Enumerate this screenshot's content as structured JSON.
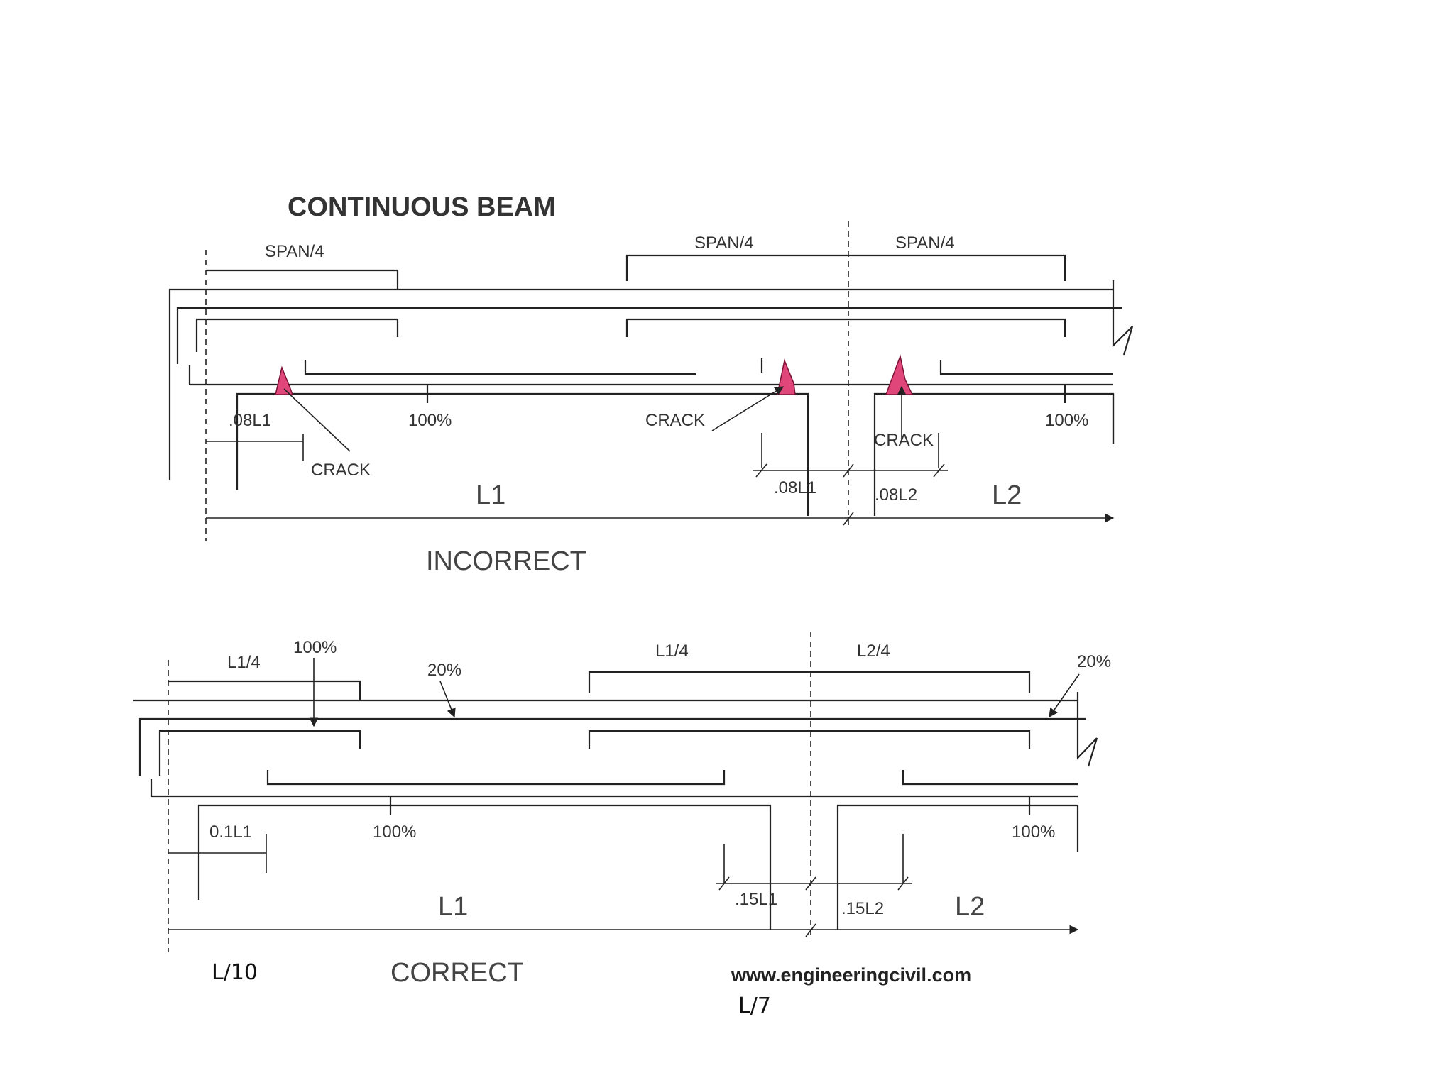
{
  "title": "CONTINUOUS BEAM",
  "incorrect": {
    "caption": "INCORRECT",
    "span_labels": [
      "SPAN/4",
      "SPAN/4",
      "SPAN/4"
    ],
    "crack_label": "CRACK",
    "percent_label": "100%",
    "dim_08L1": ".08L1",
    "dim_08L2": ".08L2",
    "span_L1": "L1",
    "span_L2": "L2",
    "crack_color": "#e0467a"
  },
  "correct": {
    "caption": "CORRECT",
    "top_left": "L1/4",
    "top_mid": "L1/4",
    "top_right": "L2/4",
    "pct_100": "100%",
    "pct_20": "20%",
    "dim_01L1": "0.1L1",
    "dim_15L1": ".15L1",
    "dim_15L2": ".15L2",
    "span_L1": "L1",
    "span_L2": "L2"
  },
  "website": "www.engineeringcivil.com",
  "note_left": "L/10",
  "note_right": "L/7"
}
